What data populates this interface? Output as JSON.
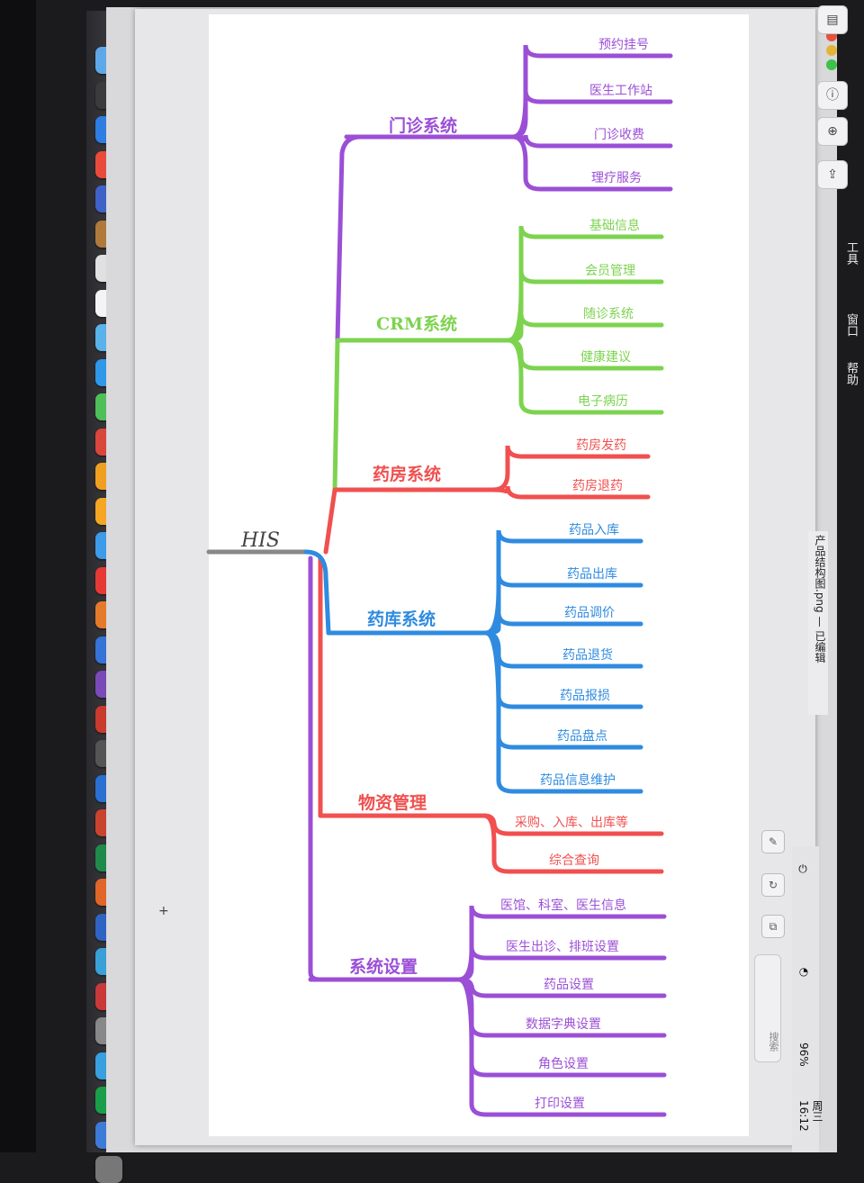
{
  "window": {
    "title": "产品结构图.png — 已编辑",
    "toolbar": [
      "sidebar-icon",
      "info-icon",
      "zoom-out-icon",
      "zoom-in-icon",
      "share-icon"
    ]
  },
  "menubar": {
    "items": [
      "工具",
      "窗口",
      "帮助"
    ]
  },
  "statusbar": {
    "battery": "96%",
    "clock": "周三16:12"
  },
  "search": {
    "placeholder": "搜索"
  },
  "mindmap": {
    "root": "HIS",
    "colors": {
      "purple": "#9b4fd6",
      "green": "#7dd34f",
      "red": "#f0504f",
      "blue": "#2f8be0",
      "root": "#888888"
    },
    "branches": [
      {
        "label": "门诊系统",
        "color": "#9b4fd6",
        "children": [
          "预约挂号",
          "医生工作站",
          "门诊收费",
          "理疗服务"
        ]
      },
      {
        "label": "CRM系统",
        "color": "#7dd34f",
        "children": [
          "基础信息",
          "会员管理",
          "随诊系统",
          "健康建议",
          "电子病历"
        ]
      },
      {
        "label": "药房系统",
        "color": "#f0504f",
        "children": [
          "药房发药",
          "药房退药"
        ]
      },
      {
        "label": "药库系统",
        "color": "#2f8be0",
        "children": [
          "药品入库",
          "药品出库",
          "药品调价",
          "药品退货",
          "药品报损",
          "药品盘点",
          "药品信息维护"
        ]
      },
      {
        "label": "物资管理",
        "color": "#f0504f",
        "children": [
          "采购、入库、出库等",
          "综合查询"
        ]
      },
      {
        "label": "系统设置",
        "color": "#9b4fd6",
        "children": [
          "医馆、科室、医生信息",
          "医生出诊、排班设置",
          "药品设置",
          "数据字典设置",
          "角色设置",
          "打印设置"
        ]
      }
    ]
  }
}
